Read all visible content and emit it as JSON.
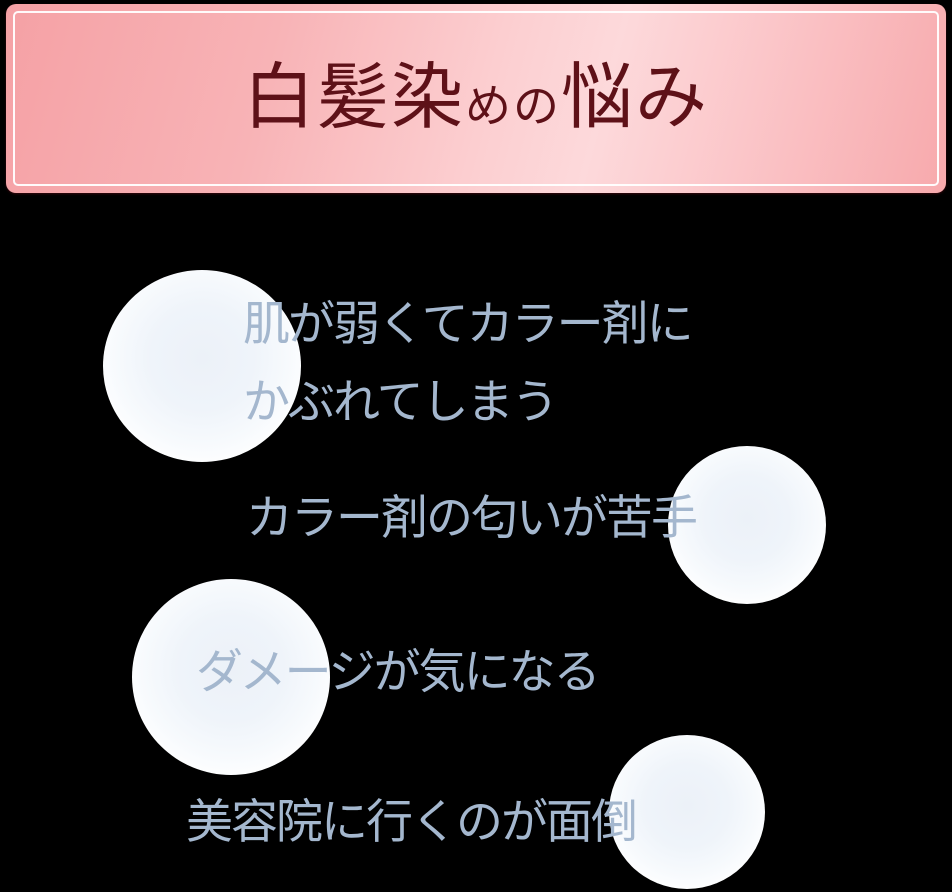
{
  "colors": {
    "background": "#000000",
    "banner_pink_edge": "#f5a1a5",
    "banner_pink_highlight": "#fdd9db",
    "banner_inner_border": "#ffffff",
    "title_text": "#5e1118",
    "worry_text": "#a4b7ce",
    "bubble_fill": "#eef3fa"
  },
  "banner": {
    "title": "白髪染めの悩み",
    "title_parts": [
      {
        "text": "白髪染",
        "size": "large"
      },
      {
        "text": "めの",
        "size": "small"
      },
      {
        "text": "悩み",
        "size": "large"
      }
    ]
  },
  "worries": [
    {
      "lines": [
        "肌が弱くてカラー剤に",
        "かぶれてしまう"
      ]
    },
    {
      "lines": [
        "カラー剤の匂いが苦手"
      ]
    },
    {
      "lines": [
        "ダメージが気になる"
      ]
    },
    {
      "lines": [
        "美容院に行くのが面倒"
      ]
    }
  ],
  "decorations": {
    "bubble_count": 4
  }
}
